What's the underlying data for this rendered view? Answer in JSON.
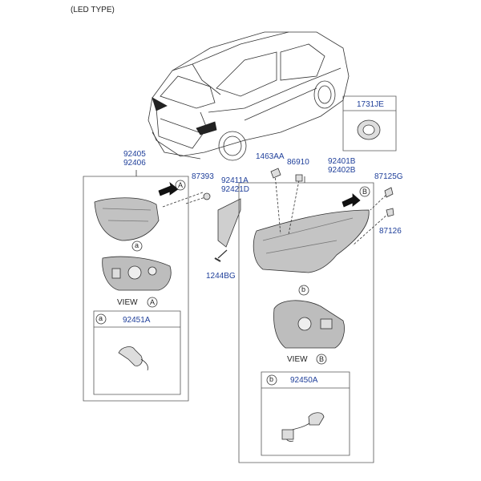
{
  "header": {
    "title": "(LED TYPE)"
  },
  "colors": {
    "callout": "#1f3f9a",
    "line": "#333333",
    "lamp": "#b9b9b9"
  },
  "callouts": {
    "p92405": "92405",
    "p92406": "92406",
    "p87393": "87393",
    "p92411A": "92411A",
    "p92421D": "92421D",
    "p1463AA": "1463AA",
    "p86910": "86910",
    "p92401B": "92401B",
    "p92402B": "92402B",
    "p87125G": "87125G",
    "p87126": "87126",
    "p1244BG": "1244BG",
    "p1731JE": "1731JE",
    "p92451A": "92451A",
    "p92450A": "92450A"
  },
  "markers": {
    "a": "a",
    "A": "A",
    "b": "b",
    "B": "B"
  },
  "views": {
    "viewA": "VIEW",
    "viewB": "VIEW"
  }
}
